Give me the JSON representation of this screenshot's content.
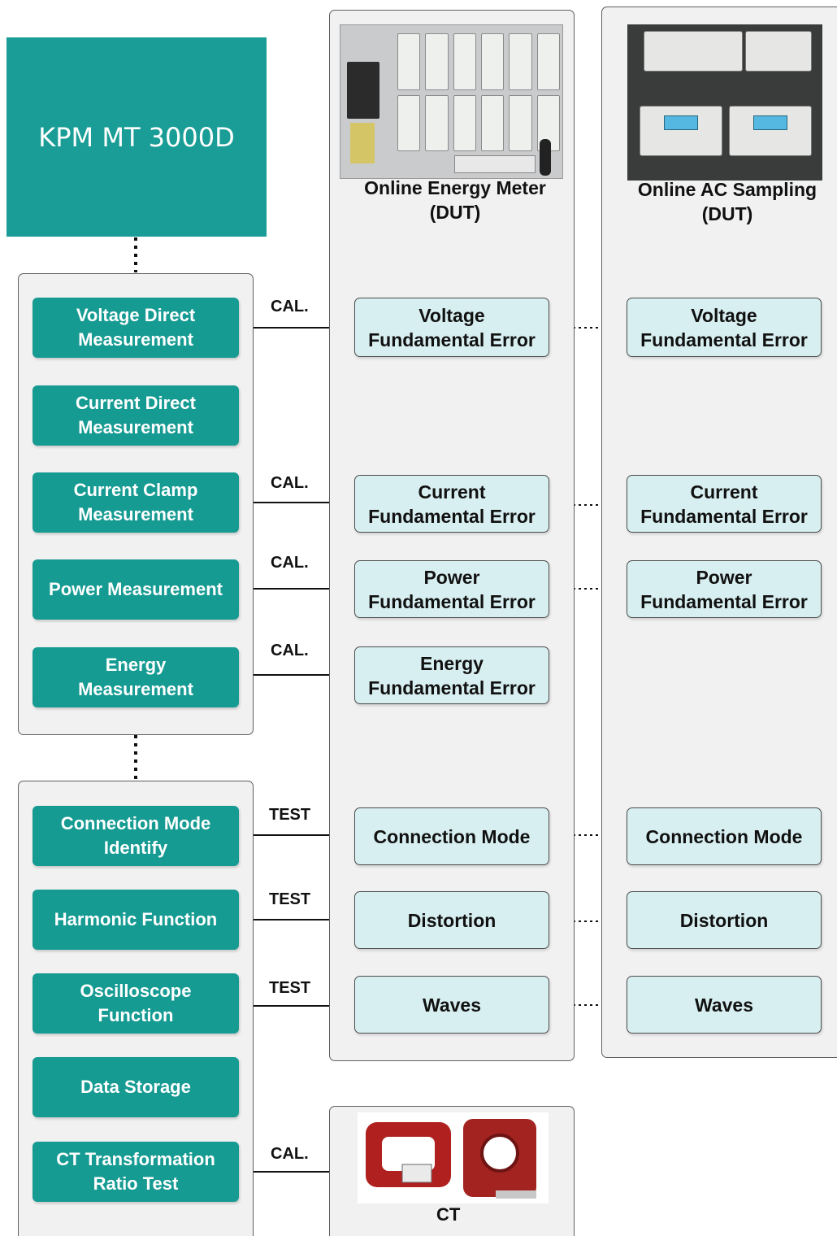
{
  "title": "KPM MT 3000D",
  "columns": {
    "meter": {
      "title": "Online Energy Meter\n(DUT)",
      "photo_icon": "energy-meter-cabinet"
    },
    "sampling": {
      "title": "Online AC Sampling\n(DUT)",
      "photo_icon": "ac-sampling-device"
    }
  },
  "functions_group_1": [
    {
      "id": "voltage",
      "label": "Voltage Direct\nMeasurement"
    },
    {
      "id": "current-direct",
      "label": "Current Direct\nMeasurement"
    },
    {
      "id": "current-clamp",
      "label": "Current Clamp\nMeasurement"
    },
    {
      "id": "power",
      "label": "Power Measurement"
    },
    {
      "id": "energy",
      "label": "Energy\nMeasurement"
    }
  ],
  "functions_group_2": [
    {
      "id": "connection",
      "label": "Connection Mode\nIdentify"
    },
    {
      "id": "harmonic",
      "label": "Harmonic Function"
    },
    {
      "id": "oscilloscope",
      "label": "Oscilloscope\nFunction"
    },
    {
      "id": "storage",
      "label": "Data Storage"
    },
    {
      "id": "ct-ratio",
      "label": "CT Transformation\nRatio Test"
    }
  ],
  "meter_results": [
    {
      "id": "voltage",
      "label": "Voltage\nFundamental Error"
    },
    {
      "id": "current",
      "label": "Current\nFundamental Error"
    },
    {
      "id": "power",
      "label": "Power\nFundamental Error"
    },
    {
      "id": "energy",
      "label": "Energy\nFundamental Error"
    },
    {
      "id": "connection",
      "label": "Connection Mode"
    },
    {
      "id": "distortion",
      "label": "Distortion"
    },
    {
      "id": "waves",
      "label": "Waves"
    }
  ],
  "sampling_results": [
    {
      "id": "voltage",
      "label": "Voltage\nFundamental Error"
    },
    {
      "id": "current",
      "label": "Current\nFundamental Error"
    },
    {
      "id": "power",
      "label": "Power\nFundamental Error"
    },
    {
      "id": "connection",
      "label": "Connection Mode"
    },
    {
      "id": "distortion",
      "label": "Distortion"
    },
    {
      "id": "waves",
      "label": "Waves"
    }
  ],
  "arrows": [
    {
      "from": "voltage",
      "to": "voltage",
      "label": "CAL."
    },
    {
      "from": "current-clamp",
      "to": "current",
      "label": "CAL."
    },
    {
      "from": "power",
      "to": "power",
      "label": "CAL."
    },
    {
      "from": "energy",
      "to": "energy",
      "label": "CAL."
    },
    {
      "from": "connection",
      "to": "connection",
      "label": "TEST"
    },
    {
      "from": "harmonic",
      "to": "distortion",
      "label": "TEST"
    },
    {
      "from": "oscilloscope",
      "to": "waves",
      "label": "TEST"
    },
    {
      "from": "ct-ratio",
      "to": "ct",
      "label": "CAL."
    }
  ],
  "ct": {
    "label": "CT",
    "photo_icon": "current-transformer"
  },
  "colors": {
    "function_fill": "#169b93",
    "title_fill": "#199d96",
    "result_fill": "#d8eff1",
    "panel_fill": "#f1f1f1"
  }
}
